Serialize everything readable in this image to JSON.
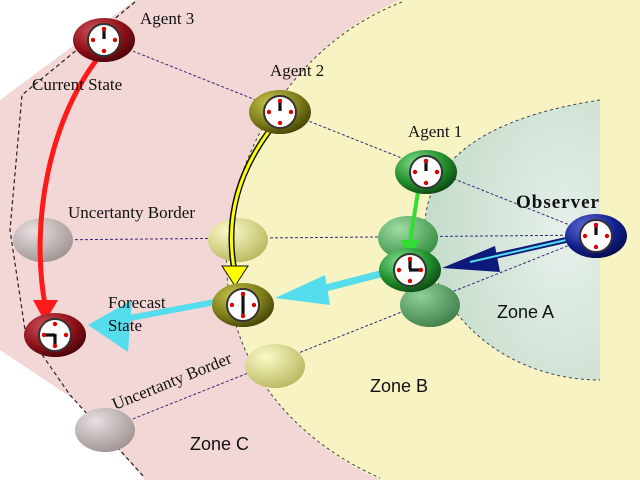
{
  "labels": {
    "agent3": "Agent 3",
    "agent2": "Agent 2",
    "agent1": "Agent 1",
    "observer": "Observer",
    "current_state": "Current State",
    "uncertainty_border_top": "Uncertanty Border",
    "uncertainty_border_bottom": "Uncertanty Border",
    "forecast_line1": "Forecast",
    "forecast_line2": "State",
    "zone_a": "Zone A",
    "zone_b": "Zone B",
    "zone_c": "Zone C"
  },
  "colors": {
    "zone_c_fill": "#f3d6d6",
    "zone_b_fill": "#f7f3c2",
    "zone_a_fill": "#cfe3d5",
    "agent3_clock": "#8b0f16",
    "agent2_clock": "#7b7a18",
    "agent1_clock": "#1f8a2a",
    "observer_clock": "#101e8c",
    "arrow_red": "#ff1a1a",
    "arrow_yellow": "#ffff00",
    "arrow_green": "#33dd33",
    "arrow_cyan": "#55ddee",
    "arrow_navy": "#0d1a7a"
  }
}
